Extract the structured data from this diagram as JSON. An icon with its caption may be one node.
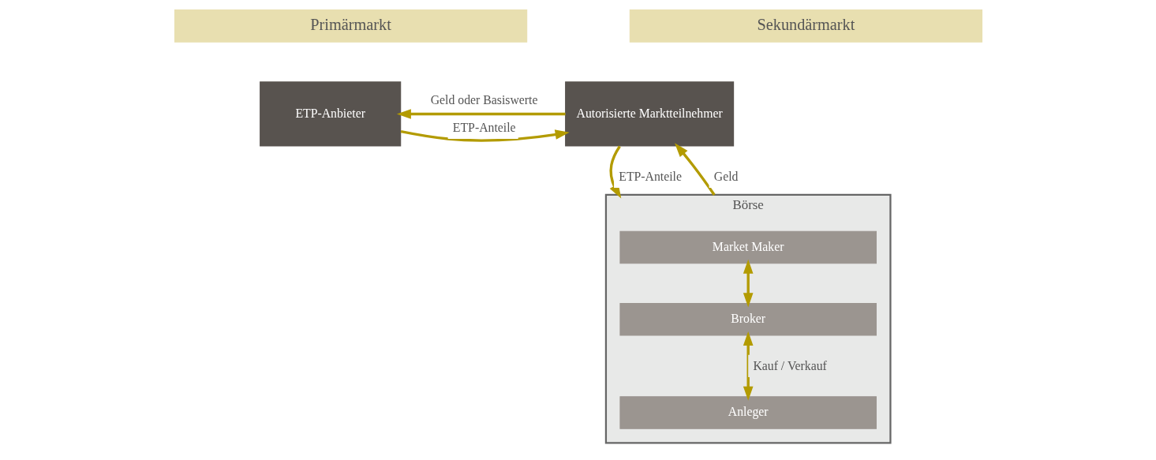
{
  "diagram": {
    "nodes": [
      {
        "text": [
          "Primärmarkt"
        ]
      },
      {
        "text": [
          "Sekundärmarkt"
        ]
      },
      {
        "text": [
          "ETP-Anbieter"
        ]
      },
      {
        "text": [
          "Autorisierte Marktteilnehmer"
        ]
      },
      {
        "text": [
          "Börse"
        ]
      },
      {
        "text": [
          "Market Maker"
        ],
        "in": 4
      },
      {
        "text": [
          "Broker"
        ],
        "in": 4
      },
      {
        "text": [
          "Anleger"
        ],
        "in": 4
      }
    ],
    "edges": [
      {
        "from": 2,
        "to": 3,
        "arrow": "to",
        "label": "ETP-Anteile"
      },
      {
        "from": 3,
        "to": 2,
        "arrow": "to",
        "label": "Geld oder Basiswerte"
      },
      {
        "from": 3,
        "to": 4,
        "arrow": "to",
        "label": "ETP-Anteile"
      },
      {
        "from": 4,
        "to": 3,
        "arrow": "to",
        "label": "Geld"
      },
      {
        "from": 5,
        "to": 6,
        "arrow": "both"
      },
      {
        "from": 6,
        "to": 7,
        "arrow": "both",
        "label": "Kauf / Verkauf"
      }
    ]
  }
}
